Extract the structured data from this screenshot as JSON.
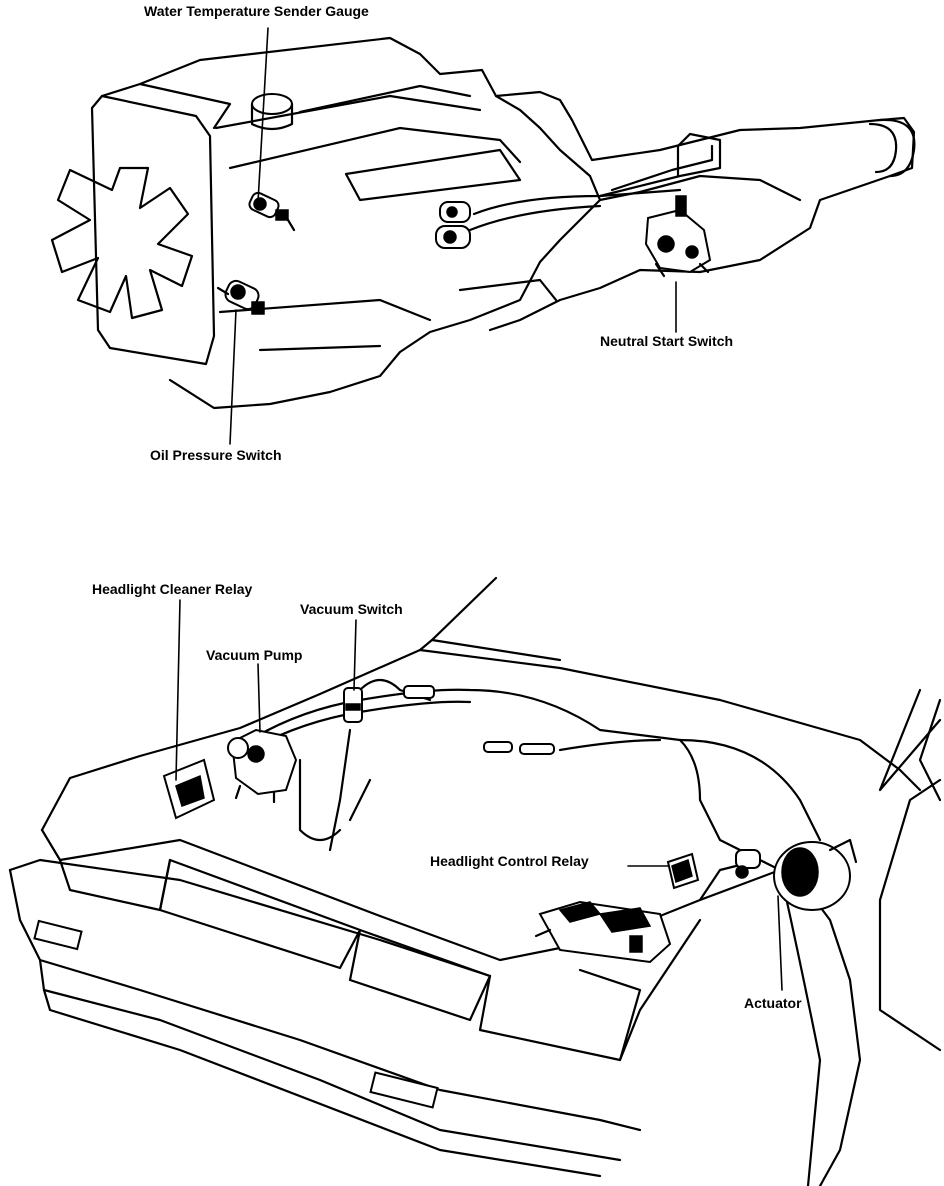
{
  "engine": {
    "labels": {
      "water_temp": "Water Temperature Sender Gauge",
      "neutral_start": "Neutral Start Switch",
      "oil_pressure": "Oil Pressure Switch"
    }
  },
  "vehicle": {
    "labels": {
      "headlight_cleaner_relay": "Headlight Cleaner Relay",
      "vacuum_switch": "Vacuum Switch",
      "vacuum_pump": "Vacuum Pump",
      "headlight_control_relay": "Headlight Control Relay",
      "actuator": "Actuator"
    }
  },
  "colors": {
    "ink": "#000000",
    "paper": "#ffffff"
  }
}
